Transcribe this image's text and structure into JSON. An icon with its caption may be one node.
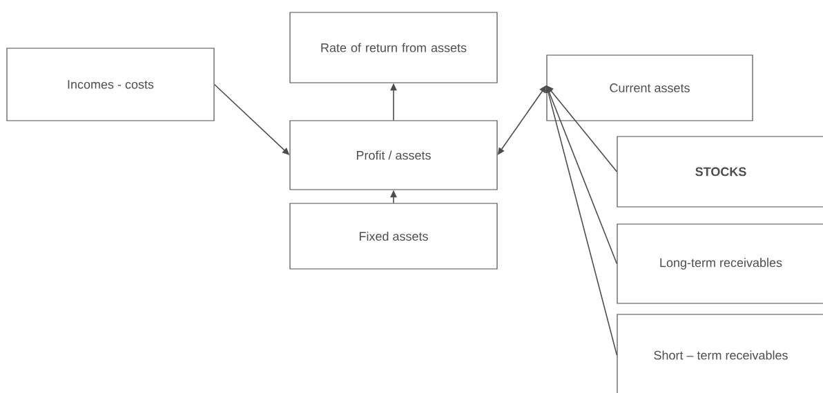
{
  "diagram": {
    "nodes": [
      {
        "text": [
          "Incomes - costs"
        ]
      },
      {
        "text": [
          "Rate of return from assets"
        ]
      },
      {
        "text": [
          "Current assets"
        ]
      },
      {
        "text": [
          "Profit / assets"
        ]
      },
      {
        "text": [
          "**STOCKS**"
        ]
      },
      {
        "text": [
          "Fixed assets"
        ]
      },
      {
        "text": [
          "Long-term receivables"
        ]
      },
      {
        "text": [
          "Short – term receivables"
        ]
      }
    ],
    "edges": [
      {
        "from": 0,
        "to": 3,
        "arrow": "to"
      },
      {
        "from": 3,
        "to": 1,
        "arrow": "to"
      },
      {
        "from": 5,
        "to": 3,
        "arrow": "to"
      },
      {
        "from": 3,
        "to": 2,
        "arrow": "both"
      },
      {
        "from": 4,
        "to": 2,
        "arrow": "to"
      },
      {
        "from": 6,
        "to": 2,
        "arrow": "to"
      },
      {
        "from": 7,
        "to": 2,
        "arrow": "to"
      }
    ]
  }
}
